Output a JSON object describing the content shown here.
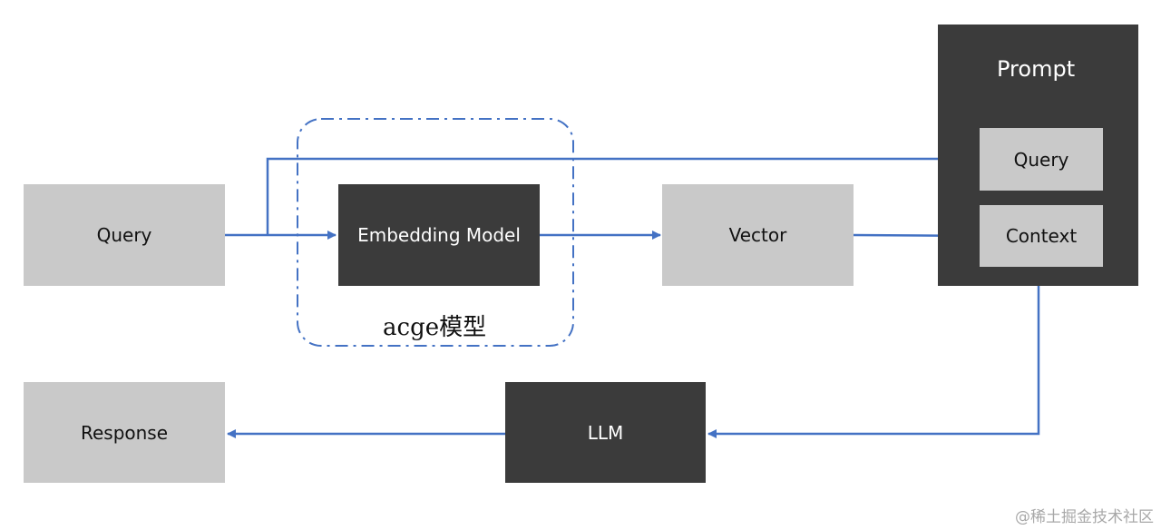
{
  "nodes": {
    "query_input": "Query",
    "embedding_model": "Embedding Model",
    "vector": "Vector",
    "prompt": "Prompt",
    "prompt_query": "Query",
    "prompt_context": "Context",
    "llm": "LLM",
    "response": "Response"
  },
  "group": {
    "label": "acge模型"
  },
  "watermark": "@稀土掘金技术社区",
  "colors": {
    "connector": "#4472c4",
    "light_box": "#c9c9c9",
    "dark_box": "#3b3b3b"
  }
}
